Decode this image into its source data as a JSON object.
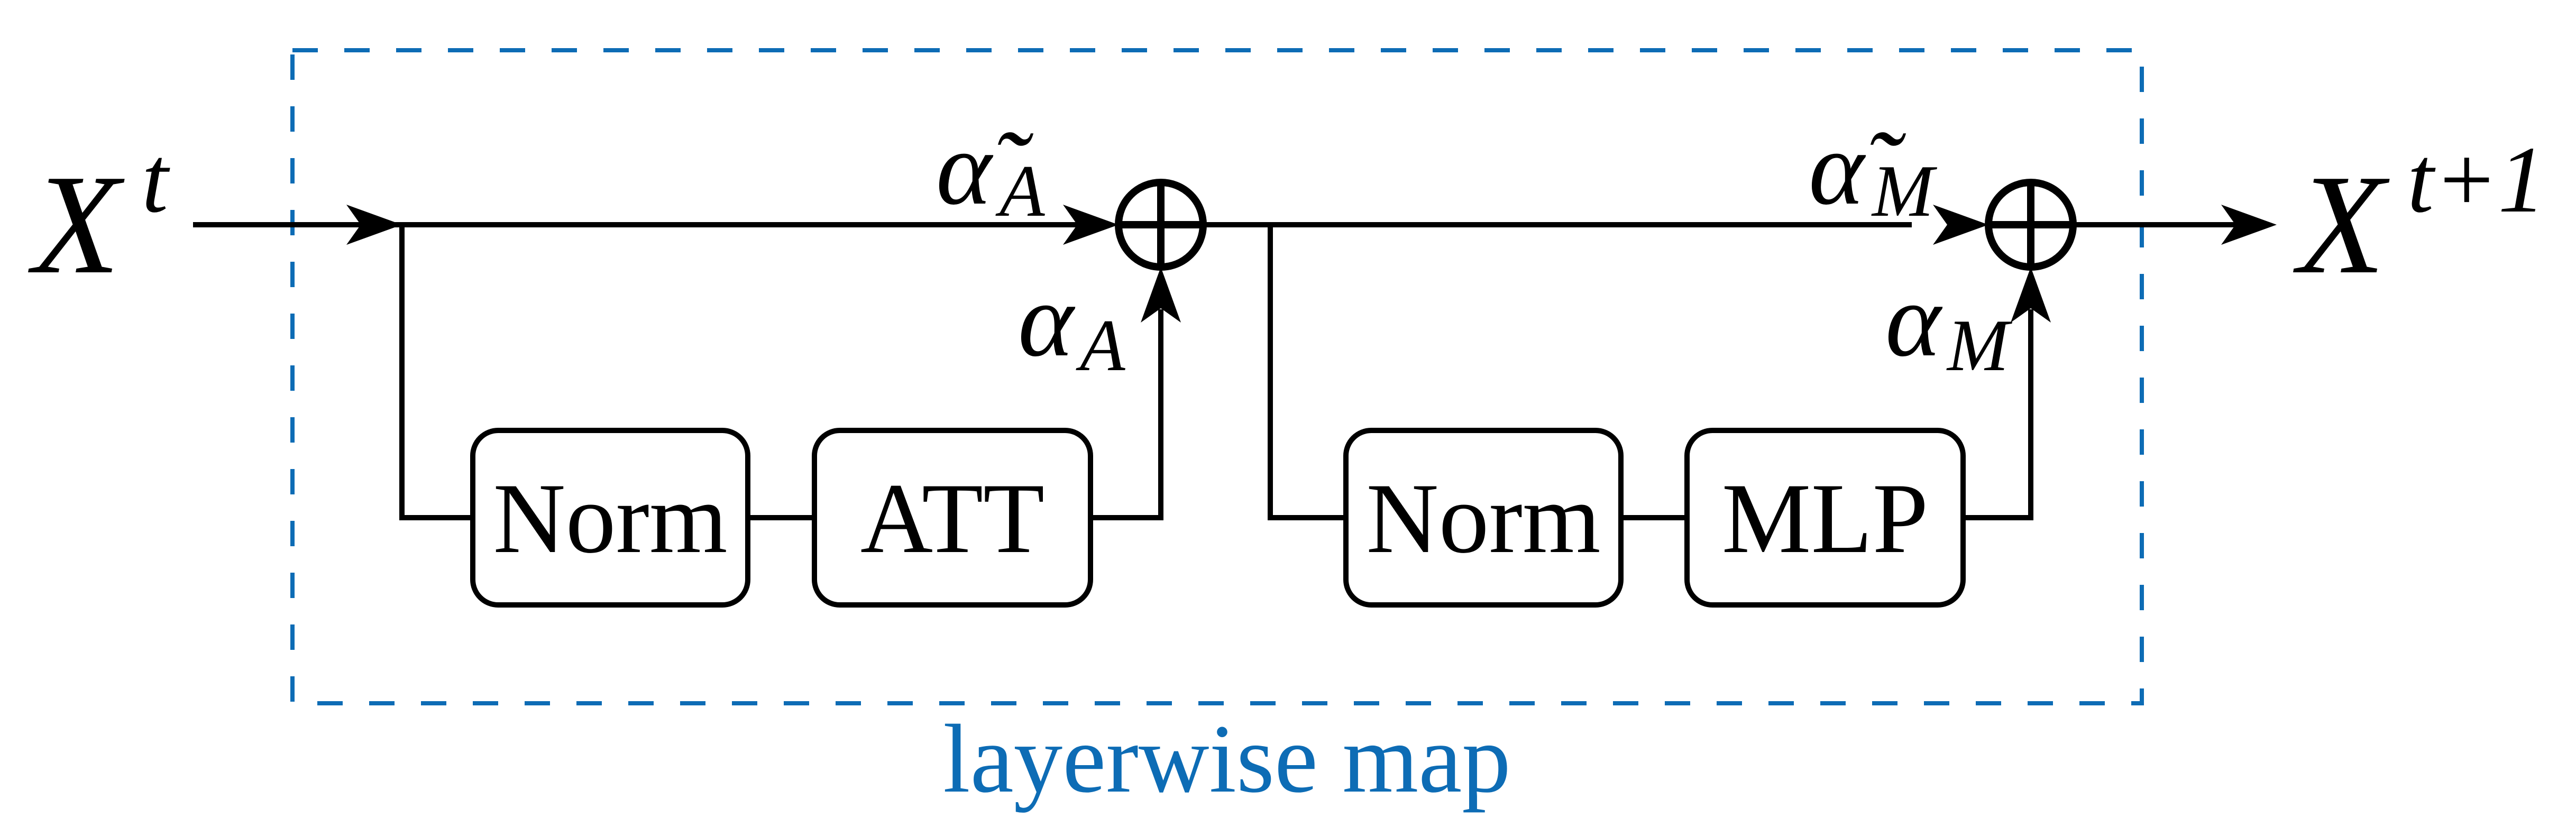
{
  "diagram_title": "layerwise map",
  "colors": {
    "accent": "#0d6cb5",
    "line": "#000000",
    "background": "#ffffff"
  },
  "io": {
    "input_base": "X",
    "input_sup": "t",
    "output_base": "X",
    "output_sup": "t+1"
  },
  "boundary_label": "layerwise map",
  "blocks": [
    {
      "label": "Norm"
    },
    {
      "label": "ATT"
    },
    {
      "label": "Norm"
    },
    {
      "label": "MLP"
    }
  ],
  "scalars": {
    "skip_att_base": "α̃",
    "skip_att_sub": "A",
    "branch_att_base": "α",
    "branch_att_sub": "A",
    "skip_mlp_base": "α̃",
    "skip_mlp_sub": "M",
    "branch_mlp_base": "α",
    "branch_mlp_sub": "M"
  },
  "icons": {
    "adder": "circled-plus"
  }
}
